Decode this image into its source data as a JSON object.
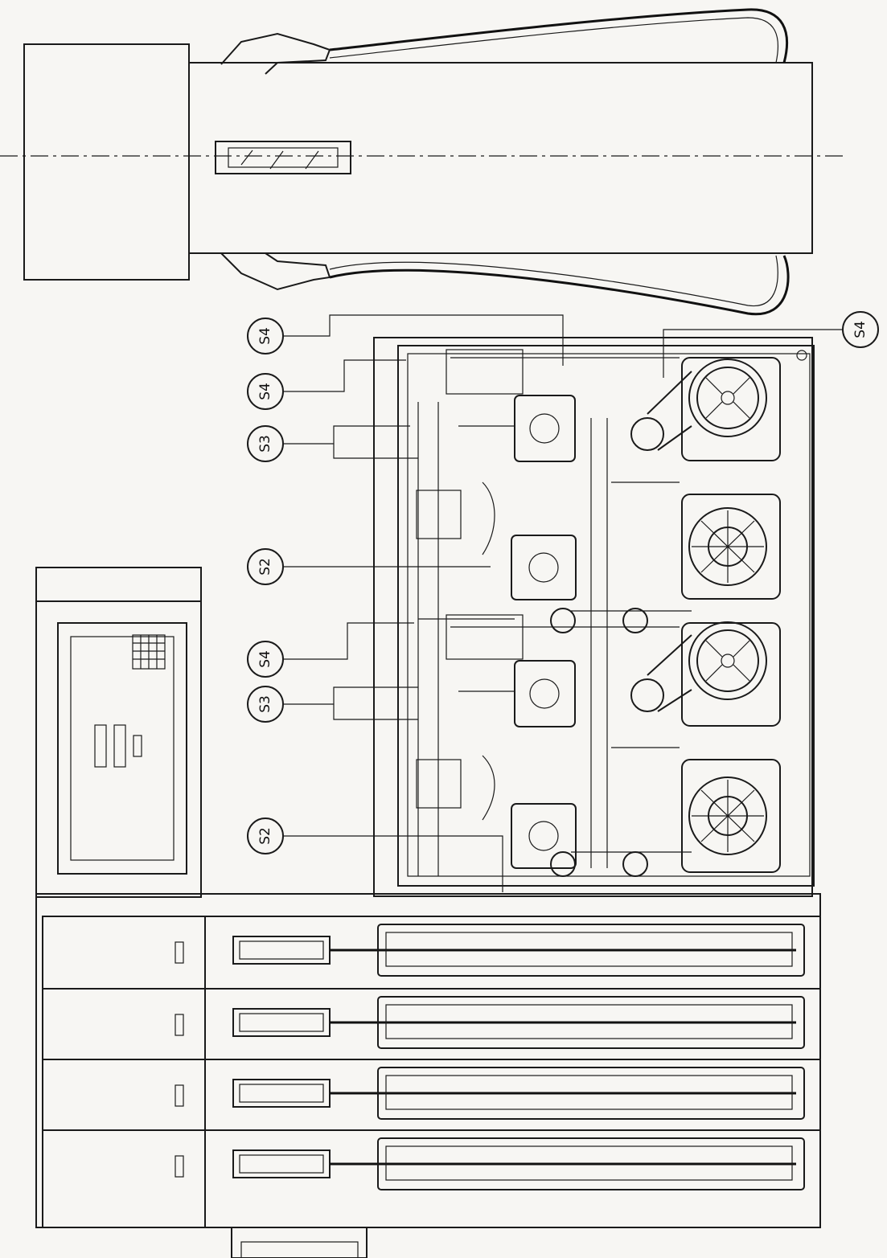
{
  "callouts": {
    "s4_top": "S4",
    "s4_right": "S4",
    "s4_second": "S4",
    "s3_upper": "S3",
    "s2_upper": "S2",
    "s4_lower": "S4",
    "s3_lower": "S3",
    "s2_lower": "S2"
  },
  "colors": {
    "ink": "#1a1a1a",
    "paper": "#f7f6f3"
  }
}
